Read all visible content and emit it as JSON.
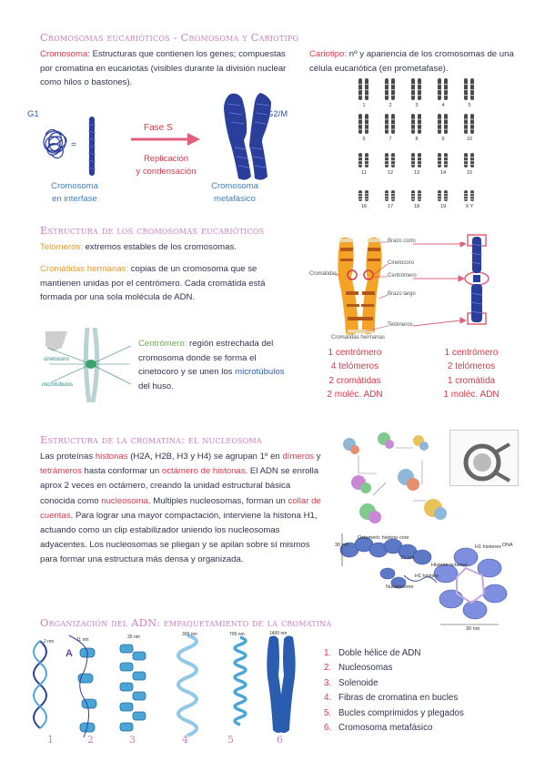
{
  "sec1": {
    "title": "Cromosomas eucarióticos - Cromosoma y Cariotipo",
    "cromosoma_term": "Cromosoma:",
    "cromosoma_def": " Estructuras que contienen los genes; compuestas por cromatina en eucariotas (visibles durante la división nuclear como hilos o bastones).",
    "cariotipo_term": "Cariotipo:",
    "cariotipo_def": " nº y apariencia de los cromosomas de una célula eucariótica (en prometafase).",
    "g1": "G1",
    "g2m": "G2/M",
    "fase_s": "Fase S",
    "replicacion": "Replicación\ny condensación",
    "interfase": "Cromosoma\nen interfase",
    "metafasico": "Cromosoma\nmetafásico",
    "karyo_numbers": [
      "1",
      "2",
      "3",
      "4",
      "5",
      "6",
      "7",
      "8",
      "9",
      "10",
      "11",
      "12",
      "13",
      "14",
      "15",
      "16",
      "17",
      "18",
      "19",
      "X Y"
    ]
  },
  "sec2": {
    "title": "Estructura de los cromosomas eucarióticos",
    "telomeros_term": "Telómeros:",
    "telomeros_def": " extremos estables de los cromosomas.",
    "cromatidas_term": "Cromátidas hermanas:",
    "cromatidas_def": " copias de un cromosoma que se mantienen unidas por el centrómero. Cada cromátida está formada por una sola molécula de ADN.",
    "centromero_term": "Centrómero:",
    "centromero_def1": " región estrechada del cromosoma donde se forma el cinetocoro y se unen los ",
    "centromero_mt": "microtúbulos",
    "centromero_def2": " del huso.",
    "cinetocoro": "cinetocoro",
    "microtubulos": "microtúbulos",
    "diagram_labels": {
      "brazo_corto": "Brazo corto",
      "cinetocoro": "Cinetocoro",
      "centromero": "Centrómero",
      "brazo_largo": "Brazo largo",
      "cromatidas": "Cromátidas",
      "telomeros": "Telómeros",
      "cromatidas_hermanas": "Cromátidas hermanas"
    },
    "left_stats": [
      "1 centrómero",
      "4 telómeros",
      "2 cromátidas",
      "2 moléc. ADN"
    ],
    "right_stats": [
      "1 centrómero",
      "2 telómeros",
      "1 cromátida",
      "1 moléc. ADN"
    ]
  },
  "sec3": {
    "title": "Estructura de la cromatina: el nucleosoma",
    "t1": "Las proteínas ",
    "histonas": "histonas",
    "t2": " (H2A, H2B, H3 y H4) se agrupan 1º en ",
    "dimeros": "dímeros",
    "t3": " y ",
    "tetrameros": "tetrámeros",
    "t4": " hasta conformar un ",
    "octamero": "octámero de histonas",
    "t5": ". El ADN se enrolla aprox 2 veces en octámero, creando la unidad estructural básica conocida como ",
    "nucleosoma": "nucleosoma",
    "t6": ". Multiples nucleosomas, forman un ",
    "collar": "collar de cuentas",
    "t7": ". Para lograr una mayor compactación, interviene la histona H1, actuando como un clip estabilizador uniendo los nucleosomas adyacentes. Los nucleosomas se pliegan y se apilan sobre sí mismos para formar una estructura más densa y organizada.",
    "fig_labels": {
      "octameric": "Octameric histone core",
      "h1": "H1 histone",
      "dna": "DNA",
      "nucleosome": "Nucleosome",
      "histone_octamer": "Histone octamer",
      "h1_histones": "H1 histones",
      "nm30a": "30 nm",
      "nm10": "10 nm",
      "nm30b": "30 nm"
    }
  },
  "sec4": {
    "title": "Organización del ADN: empaquetamiento de la cromatina",
    "list": [
      "Doble hélice de ADN",
      "Nucleosomas",
      "Solenoide",
      "Fibras de cromatina en bucles",
      "Bucles comprimidos y plegados",
      "Cromosoma metafásico"
    ],
    "list_numbers": [
      "1.",
      "2.",
      "3.",
      "4.",
      "5.",
      "6."
    ],
    "stage_numbers": [
      "1",
      "2",
      "3",
      "4",
      "5",
      "6"
    ],
    "scale_labels": [
      "2 nm",
      "11 nm",
      "30 nm",
      "300 nm",
      "700 nm",
      "1400 nm"
    ],
    "letter_a": "A"
  },
  "colors": {
    "title": "#c97fc0",
    "accent_red": "#d8374a",
    "accent_orange": "#e59a2c",
    "accent_green": "#68b04c",
    "accent_blue": "#2a5db0",
    "chromosome_blue": "#2a3e9c",
    "arrow_pink": "#e0607e"
  }
}
